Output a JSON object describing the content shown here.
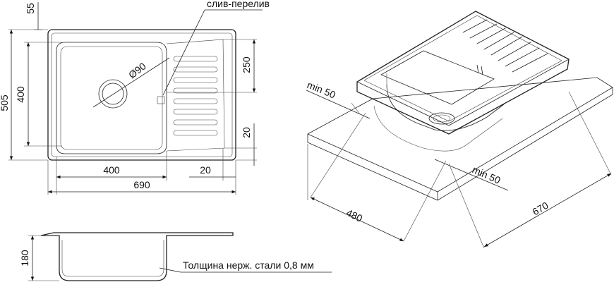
{
  "dimensions": {
    "top_margin": "55",
    "overall_height": "505",
    "bowl_height": "400",
    "drain_zone_height": "250",
    "bottom_offset": "20",
    "bowl_width": "400",
    "right_offset": "20",
    "overall_width": "690",
    "drain_diameter": "Ø90",
    "depth": "180",
    "clearance_left": "min 50",
    "clearance_right": "min 50",
    "cabinet_depth": "480",
    "cabinet_width": "670"
  },
  "labels": {
    "overflow": "слив-перелив",
    "thickness": "Толщина нерж. стали 0,8 мм"
  }
}
